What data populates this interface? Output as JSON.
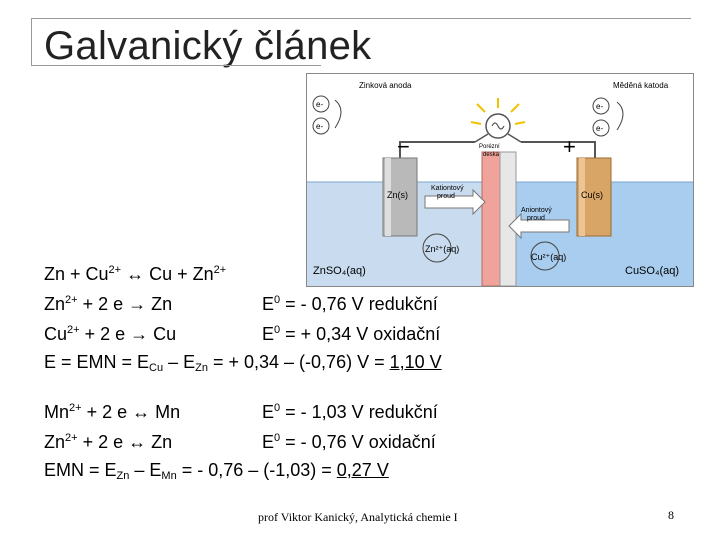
{
  "slide": {
    "title": "Galvanický článek",
    "footer": "prof Viktor Kanický, Analytická chemie I",
    "page_number": "8"
  },
  "diagram": {
    "label_zinc_anode": "Zinková anoda",
    "label_copper_cathode": "Měděná katoda",
    "label_electron": "e-",
    "label_minus": "−",
    "label_plus": "+",
    "label_porous_1": "Porézní",
    "label_porous_2": "deska",
    "label_cation_1": "Kationtový",
    "label_cation_2": "proud",
    "label_anion_1": "Aniontový",
    "label_anion_2": "proud",
    "label_zn_electrode": "Zn(s)",
    "label_cu_electrode": "Cu(s)",
    "label_zn_ion": "Zn²⁺(aq)",
    "label_cu_ion": "Cu²⁺(aq)",
    "label_znso4": "ZnSO₄(aq)",
    "label_cuso4": "CuSO₄(aq)",
    "colors": {
      "solution_left": "#c9dcef",
      "solution_right": "#a8cdee",
      "zinc": "#b9b9b9",
      "copper": "#d9a566",
      "bridge": "#f0a39a"
    }
  },
  "block1": {
    "l1_a": "Zn + Cu",
    "l1_sup1": "2+",
    "l1_b": " ↔ Cu + Zn",
    "l1_sup2": "2+",
    "l2_a": "Zn",
    "l2_sup": "2+",
    "l2_b": " + 2 e → Zn",
    "l2_e": "E",
    "l2_e_sup": "0",
    "l2_c": " = - 0,76 V redukční",
    "l3_a": "Cu",
    "l3_sup": "2+",
    "l3_b": " + 2 e → Cu",
    "l3_e": "E",
    "l3_e_sup": "0",
    "l3_c": " = + 0,34 V oxidační",
    "l4_a": "E = EMN = E",
    "l4_sub1": "Cu",
    "l4_b": " – E",
    "l4_sub2": "Zn",
    "l4_c": " = + 0,34 – (-0,76) V = ",
    "l4_result": "1,10 V"
  },
  "block2": {
    "l1_a": "Mn",
    "l1_sup": "2+",
    "l1_b": " + 2 e ↔ Mn",
    "l1_e": "E",
    "l1_e_sup": "0",
    "l1_c": " = - 1,03 V redukční",
    "l2_a": "Zn",
    "l2_sup": "2+",
    "l2_b": " + 2 e ↔ Zn",
    "l2_e": "E",
    "l2_e_sup": "0",
    "l2_c": " = - 0,76 V oxidační",
    "l3_a": "EMN = E",
    "l3_sub1": "Zn",
    "l3_b": " – E",
    "l3_sub2": "Mn",
    "l3_c": " = - 0,76 – (-1,03) = ",
    "l3_result": "0,27 V"
  }
}
